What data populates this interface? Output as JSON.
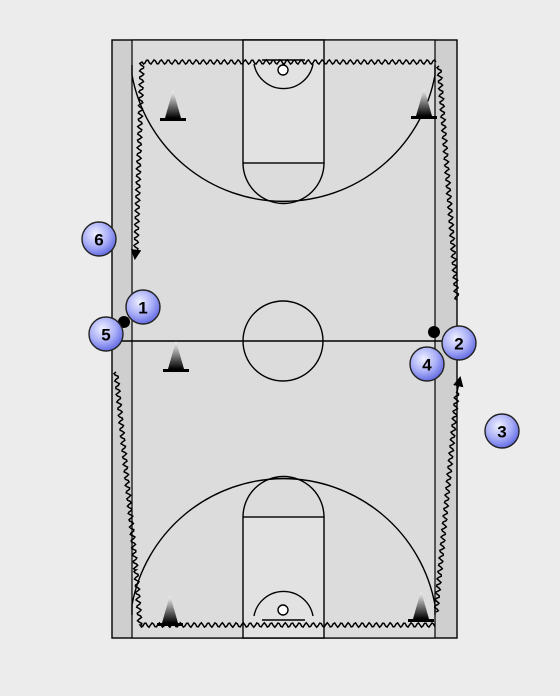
{
  "colors": {
    "background": "#ececec",
    "court_outer": "#cfcfcf",
    "court_inner": "#dcdcdc",
    "paint": "#e2e2e2",
    "line": "#000000",
    "player_fill_center": "#e6e8ff",
    "player_fill_edge": "#6a72e6",
    "ball": "#000000",
    "cone_top": "#ffffff",
    "cone_bottom": "#000000"
  },
  "players": [
    {
      "label": "1"
    },
    {
      "label": "2"
    },
    {
      "label": "3"
    },
    {
      "label": "4"
    },
    {
      "label": "5"
    },
    {
      "label": "6"
    }
  ],
  "balls": [
    {
      "holder": "1"
    },
    {
      "holder": "4"
    }
  ],
  "cones_count": 5,
  "dribble_paths_count": 4
}
